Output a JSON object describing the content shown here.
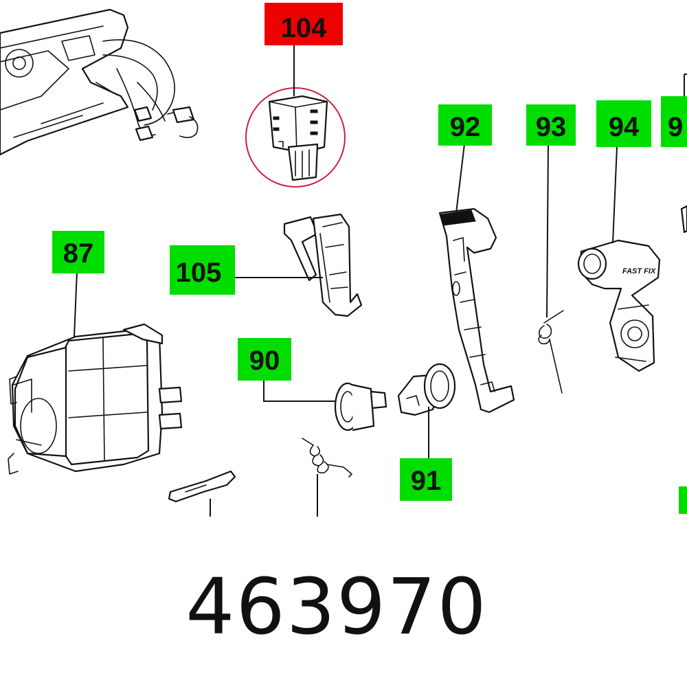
{
  "colors": {
    "highlight": "#ee0000",
    "callout_standard": "#00dd00",
    "circle": "#cc1f3a",
    "ink": "#111111"
  },
  "callouts": [
    {
      "id": "104",
      "label": "104",
      "highlighted": true
    },
    {
      "id": "92",
      "label": "92",
      "highlighted": false
    },
    {
      "id": "93",
      "label": "93",
      "highlighted": false
    },
    {
      "id": "94",
      "label": "94",
      "highlighted": false
    },
    {
      "id": "95",
      "label": "9",
      "highlighted": false
    },
    {
      "id": "87",
      "label": "87",
      "highlighted": false
    },
    {
      "id": "105",
      "label": "105",
      "highlighted": false
    },
    {
      "id": "90",
      "label": "90",
      "highlighted": false
    },
    {
      "id": "91",
      "label": "91",
      "highlighted": false
    }
  ],
  "part_number": "463970",
  "logo_text": "FAST FIX"
}
